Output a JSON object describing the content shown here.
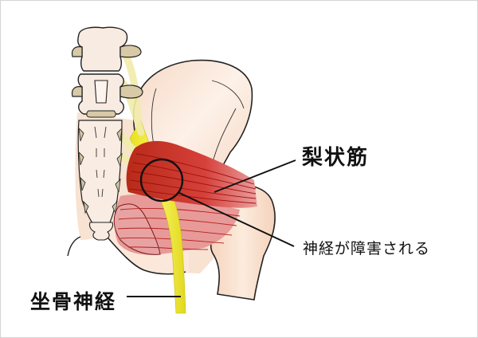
{
  "diagram": {
    "subject": "piriformis syndrome illustration",
    "labels": {
      "piriformis": "梨状筋",
      "nerve_damaged": "神経が障害される",
      "sciatic_nerve": "坐骨神経"
    },
    "colors": {
      "background": "#ffffff",
      "frame_border": "#d4d4d4",
      "bone_fill": "#f7e0d0",
      "bone_light": "#fdf3ec",
      "vertebra_process": "#d8c8a8",
      "muscle_dark": "#c83222",
      "muscle_light": "#e88a88",
      "muscle_fibers": "#a81818",
      "nerve_yellow": "#f2ec3a",
      "nerve_root_pale": "#f3efb0",
      "outline": "#222222",
      "leader_line": "#111111"
    }
  }
}
